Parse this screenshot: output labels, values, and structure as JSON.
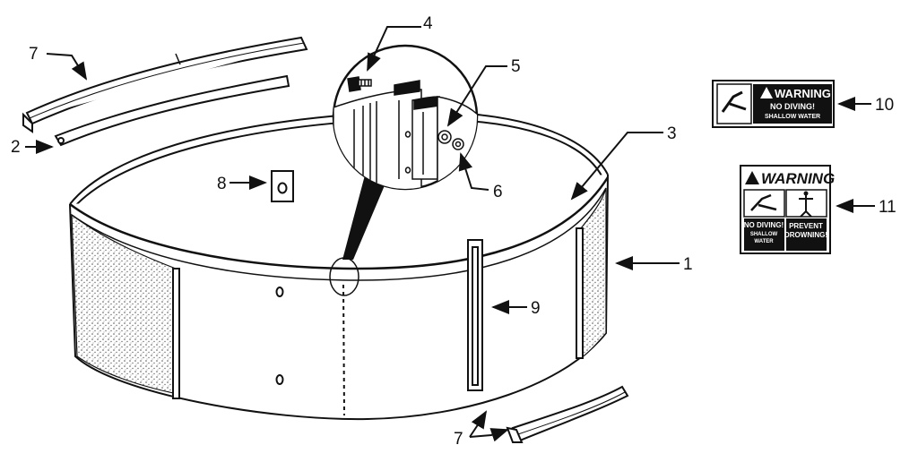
{
  "diagram": {
    "callouts": [
      {
        "id": "1",
        "label": "1"
      },
      {
        "id": "2",
        "label": "2"
      },
      {
        "id": "3",
        "label": "3"
      },
      {
        "id": "4",
        "label": "4"
      },
      {
        "id": "5",
        "label": "5"
      },
      {
        "id": "6",
        "label": "6"
      },
      {
        "id": "7a",
        "label": "7"
      },
      {
        "id": "7b",
        "label": "7"
      },
      {
        "id": "8",
        "label": "8"
      },
      {
        "id": "9",
        "label": "9"
      },
      {
        "id": "10",
        "label": "10"
      },
      {
        "id": "11",
        "label": "11"
      }
    ],
    "sign_10": {
      "header": "WARNING",
      "line1": "NO DIVING!",
      "line2": "SHALLOW WATER"
    },
    "sign_11": {
      "header": "WARNING",
      "left_line1": "NO DIVING!",
      "left_line2": "SHALLOW",
      "left_line3": "WATER",
      "right_line1": "PREVENT",
      "right_line2": "DROWNING!"
    },
    "colors": {
      "ink": "#111111",
      "paper": "#ffffff"
    }
  }
}
